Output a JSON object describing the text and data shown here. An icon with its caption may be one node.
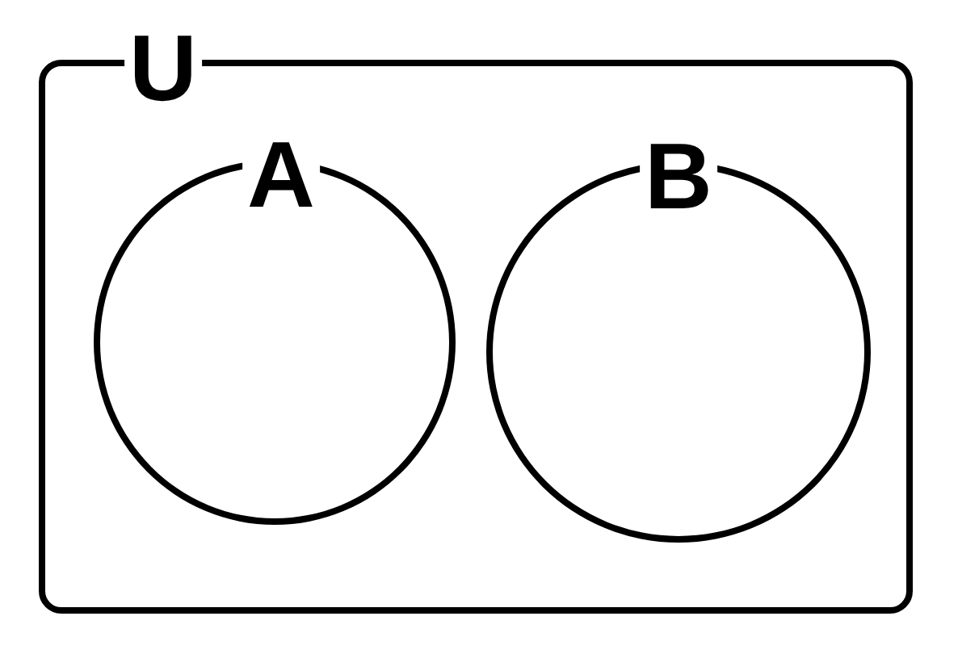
{
  "diagram": {
    "nodes": [
      {
        "text": [
          "U"
        ]
      },
      {
        "text": [
          "A"
        ],
        "in": 0
      },
      {
        "text": [
          "B"
        ],
        "in": 0
      }
    ]
  }
}
